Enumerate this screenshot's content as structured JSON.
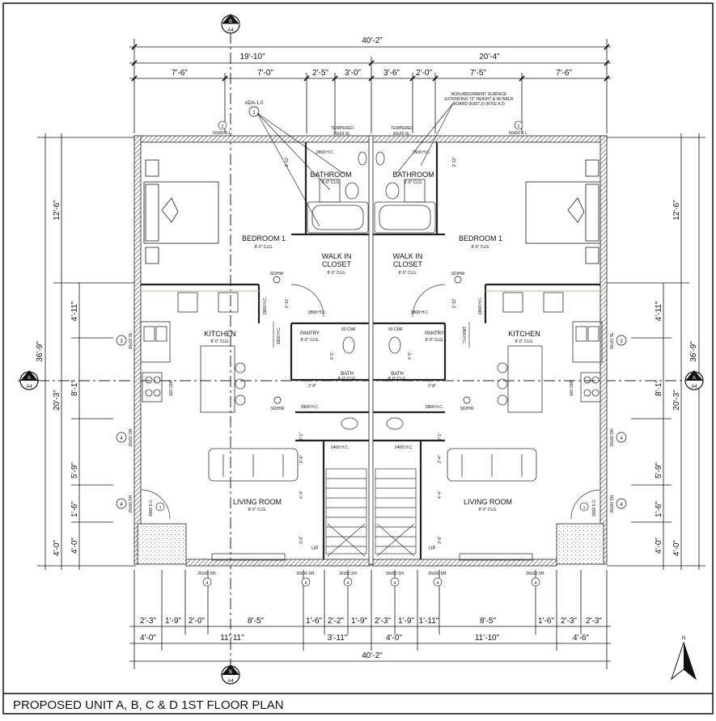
{
  "title": "PROPOSED UNIT A, B, C & D 1ST FLOOR PLAN",
  "section_markers": {
    "top": {
      "letter": "B",
      "sheet": "A4"
    },
    "bottom": {
      "letter": "B",
      "sheet": "A4"
    },
    "left": {
      "letter": "A",
      "sheet": "A4"
    },
    "right": {
      "letter": "A",
      "sheet": "A4"
    }
  },
  "dims_top": {
    "overall": "40'-2\"",
    "left_half": "19'-10\"",
    "right_half": "20'-4\"",
    "segments": [
      "7'-6\"",
      "7'-0\"",
      "2'-5\"",
      "3'-0\"",
      "3'-6\"",
      "2'-0\"",
      "7'-5\"",
      "7'-6\""
    ]
  },
  "dims_bottom": {
    "row1": [
      "2'-3\"",
      "1'-9\"",
      "2'-0\"",
      "8'-5\"",
      "1'-6\"",
      "2'-2\"",
      "1'-9\"",
      "2'-3\"",
      "1'-9\"",
      "1'-11\"",
      "8'-5\"",
      "1'-6\"",
      "2'-3\"",
      "2'-3\""
    ],
    "row2": [
      "4'-0\"",
      "11'-11\"",
      "3'-11\"",
      "4'-0\"",
      "11'-10\"",
      "4'-6\""
    ],
    "overall": "40'-2\""
  },
  "dims_left": {
    "overall": "36'-9\"",
    "upper": "12'-6\"",
    "lower": "20'-3\"",
    "segments": [
      "4'-11\"",
      "8'-1\"",
      "5'-9\"",
      "1'-6\"",
      "4'-0\""
    ],
    "bottom": "4'-0\""
  },
  "dims_right": {
    "overall": "36'-9\"",
    "upper": "12'-6\"",
    "lower": "20'-3\"",
    "segments": [
      "4'-11\"",
      "8'-1\"",
      "5'-9\"",
      "1'-6\"",
      "4'-0\""
    ],
    "bottom": "4'-0\""
  },
  "rooms": {
    "bedroom_left": {
      "name": "BEDROOM 1",
      "clg": "8'-0\" CLG."
    },
    "bedroom_right": {
      "name": "BEDROOM 1",
      "clg": "8'-0\" CLG."
    },
    "bath_left": {
      "name": "BATHROOM",
      "clg": "8'-0\" CLG."
    },
    "bath_right": {
      "name": "BATHROOM",
      "clg": "8'-0\" CLG."
    },
    "closet_left": {
      "name1": "WALK IN",
      "name2": "CLOSET",
      "clg": "8'-0\" CLG."
    },
    "closet_right": {
      "name1": "WALK IN",
      "name2": "CLOSET",
      "clg": "8'-0\" CLG."
    },
    "kitchen_left": {
      "name": "KITCHEN",
      "clg": "8'-0\" CLG."
    },
    "kitchen_right": {
      "name": "KITCHEN",
      "clg": "8'-0\" CLG."
    },
    "pantry_left": {
      "name": "PANTRY",
      "clg": "8'-0\" CLG."
    },
    "pantry_right": {
      "name": "PANTRY",
      "clg": "8'-0\" CLG."
    },
    "halfbath_left": {
      "name": "BATH",
      "clg": "8'-0\" CLG."
    },
    "halfbath_right": {
      "name": "BATH",
      "clg": "8'-0\" CLG."
    },
    "living_left": {
      "name": "LIVING ROOM",
      "clg": "8'-0\" CLG."
    },
    "living_right": {
      "name": "LIVING ROOM",
      "clg": "8'-0\" CLG."
    }
  },
  "notes": {
    "ada": "ADA-1.0",
    "non_absorbent": [
      "NON-ABSORBENT SURFACE",
      "EXTENDING 72\" HEIGHT & W/ BACK",
      "BOARD (R307.2) (R702.4.2)"
    ],
    "tempered": "TEMPERED",
    "window_3020": "30x20 SL.",
    "window_6050": "60x50 S.L.",
    "window_2650_sh": "26x50 SH.",
    "window_3050_sh": "30x50 SH",
    "window_2050_sh": "20x50 SH.",
    "window_3030_sl": "30x30 SL.",
    "door_3068": "3068 S.C.",
    "door_2868_hc": "2868 H.C.",
    "door_2468_hc": "2468 H.C.",
    "door_1868_hc": "1868 H.C.",
    "fan": "50 CMF",
    "range_hood": "100 CMF",
    "sdhw": "SD/HW",
    "up": "UP",
    "dim_2_11": "2'-11\"",
    "dim_2_8": "2'-8\"",
    "dim_2_1": "2'-1\"",
    "dim_2_4": "2'-4\"",
    "dim_4_4": "4'-4\"",
    "dim_4_5": "4'-5\"",
    "dim_3_6": "3'-6\"",
    "dim_2_5": "2'-5\""
  },
  "tags": {
    "t1": "1",
    "t2": "2",
    "t3": "3",
    "t4": "4"
  },
  "north": "N",
  "colors": {
    "ink": "#111111",
    "wall": "#3a3a3a",
    "hatch": "#9a9a9a",
    "counter": "#c8c8a0"
  }
}
